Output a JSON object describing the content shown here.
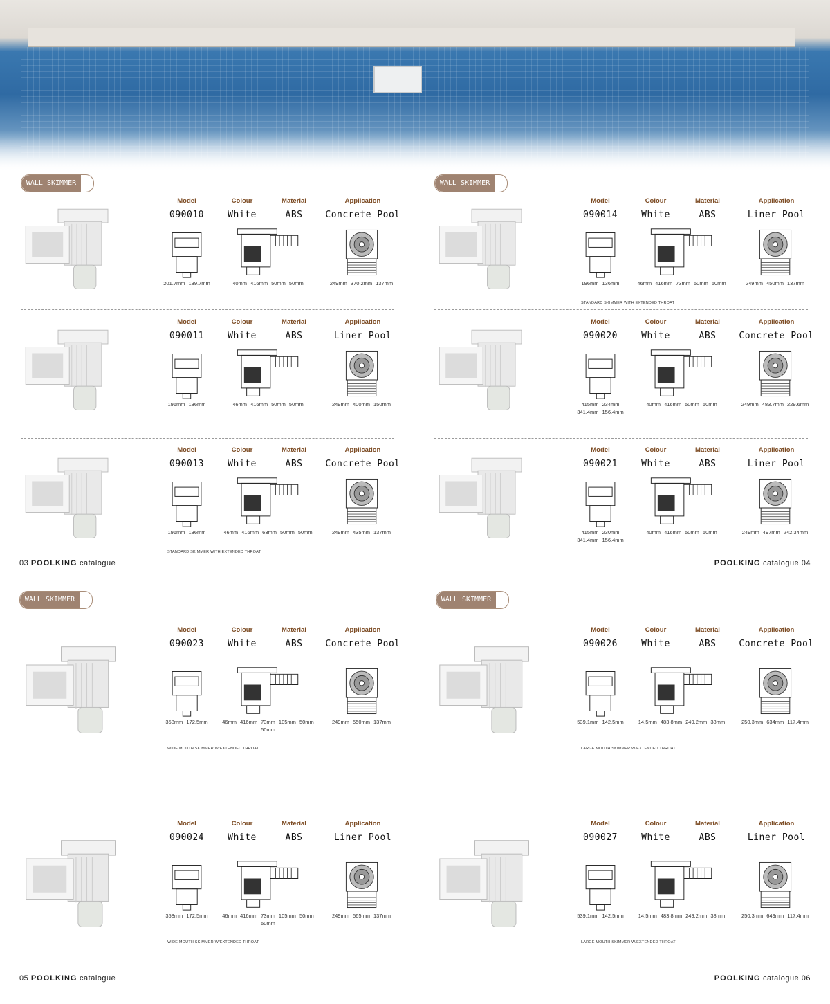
{
  "section_label": "WALL SKIMMER",
  "spec_labels": {
    "model": "Model",
    "colour": "Colour",
    "material": "Material",
    "application": "Application"
  },
  "accent_color": "#9f8371",
  "label_color": "#7b4a22",
  "pages": [
    {
      "number": "03",
      "brand": "POOLKING",
      "suffix": "catalogue",
      "products": [
        {
          "model": "090010",
          "colour": "White",
          "material": "ABS",
          "application": "Concrete Pool",
          "front_dims": [
            "201.7mm",
            "139.7mm"
          ],
          "side_dims": [
            "40mm",
            "416mm",
            "50mm",
            "50mm"
          ],
          "top_dims": [
            "249mm",
            "370.2mm",
            "137mm"
          ],
          "caption": ""
        },
        {
          "model": "090011",
          "colour": "White",
          "material": "ABS",
          "application": "Liner Pool",
          "front_dims": [
            "196mm",
            "136mm"
          ],
          "side_dims": [
            "46mm",
            "416mm",
            "50mm",
            "50mm"
          ],
          "top_dims": [
            "249mm",
            "400mm",
            "150mm"
          ],
          "caption": ""
        },
        {
          "model": "090013",
          "colour": "White",
          "material": "ABS",
          "application": "Concrete Pool",
          "front_dims": [
            "196mm",
            "136mm"
          ],
          "side_dims": [
            "46mm",
            "416mm",
            "63mm",
            "50mm",
            "50mm"
          ],
          "top_dims": [
            "249mm",
            "435mm",
            "137mm"
          ],
          "caption": "STANDARD SKIMMER WITH EXTENDED THROAT"
        }
      ]
    },
    {
      "number": "04",
      "brand": "POOLKING",
      "suffix": "catalogue",
      "products": [
        {
          "model": "090014",
          "colour": "White",
          "material": "ABS",
          "application": "Liner Pool",
          "front_dims": [
            "196mm",
            "136mm"
          ],
          "side_dims": [
            "46mm",
            "416mm",
            "73mm",
            "50mm",
            "50mm"
          ],
          "top_dims": [
            "249mm",
            "450mm",
            "137mm"
          ],
          "caption": "STANDARD SKIMMER WITH EXTENDED THROAT"
        },
        {
          "model": "090020",
          "colour": "White",
          "material": "ABS",
          "application": "Concrete Pool",
          "front_dims": [
            "415mm",
            "234mm",
            "341.4mm",
            "156.4mm"
          ],
          "side_dims": [
            "40mm",
            "416mm",
            "50mm",
            "50mm"
          ],
          "top_dims": [
            "249mm",
            "483.7mm",
            "229.6mm"
          ],
          "caption": ""
        },
        {
          "model": "090021",
          "colour": "White",
          "material": "ABS",
          "application": "Liner Pool",
          "front_dims": [
            "415mm",
            "230mm",
            "341.4mm",
            "156.4mm"
          ],
          "side_dims": [
            "40mm",
            "416mm",
            "50mm",
            "50mm"
          ],
          "top_dims": [
            "249mm",
            "497mm",
            "242.34mm"
          ],
          "caption": ""
        }
      ]
    },
    {
      "number": "05",
      "brand": "POOLKING",
      "suffix": "catalogue",
      "products": [
        {
          "model": "090023",
          "colour": "White",
          "material": "ABS",
          "application": "Concrete Pool",
          "front_dims": [
            "358mm",
            "172.5mm"
          ],
          "side_dims": [
            "46mm",
            "416mm",
            "73mm",
            "105mm",
            "50mm",
            "50mm"
          ],
          "top_dims": [
            "249mm",
            "550mm",
            "137mm"
          ],
          "caption": "WIDE MOUTH SKIMMER W/EXTENDED THROAT"
        },
        {
          "model": "090024",
          "colour": "White",
          "material": "ABS",
          "application": "Liner Pool",
          "front_dims": [
            "358mm",
            "172.5mm"
          ],
          "side_dims": [
            "46mm",
            "416mm",
            "73mm",
            "105mm",
            "50mm",
            "50mm"
          ],
          "top_dims": [
            "249mm",
            "565mm",
            "137mm"
          ],
          "caption": "WIDE MOUTH SKIMMER W/EXTENDED THROAT"
        }
      ]
    },
    {
      "number": "06",
      "brand": "POOLKING",
      "suffix": "catalogue",
      "products": [
        {
          "model": "090026",
          "colour": "White",
          "material": "ABS",
          "application": "Concrete Pool",
          "front_dims": [
            "539.1mm",
            "142.5mm"
          ],
          "side_dims": [
            "14.5mm",
            "483.8mm",
            "249.2mm",
            "38mm"
          ],
          "top_dims": [
            "250.3mm",
            "634mm",
            "117.4mm"
          ],
          "caption": "LARGE MOUTH SKIMMER W/EXTENDED THROAT"
        },
        {
          "model": "090027",
          "colour": "White",
          "material": "ABS",
          "application": "Liner Pool",
          "front_dims": [
            "539.1mm",
            "142.5mm"
          ],
          "side_dims": [
            "14.5mm",
            "483.8mm",
            "249.2mm",
            "38mm"
          ],
          "top_dims": [
            "250.3mm",
            "649mm",
            "117.4mm"
          ],
          "caption": "LARGE MOUTH SKIMMER W/EXTENDED THROAT"
        }
      ]
    }
  ]
}
